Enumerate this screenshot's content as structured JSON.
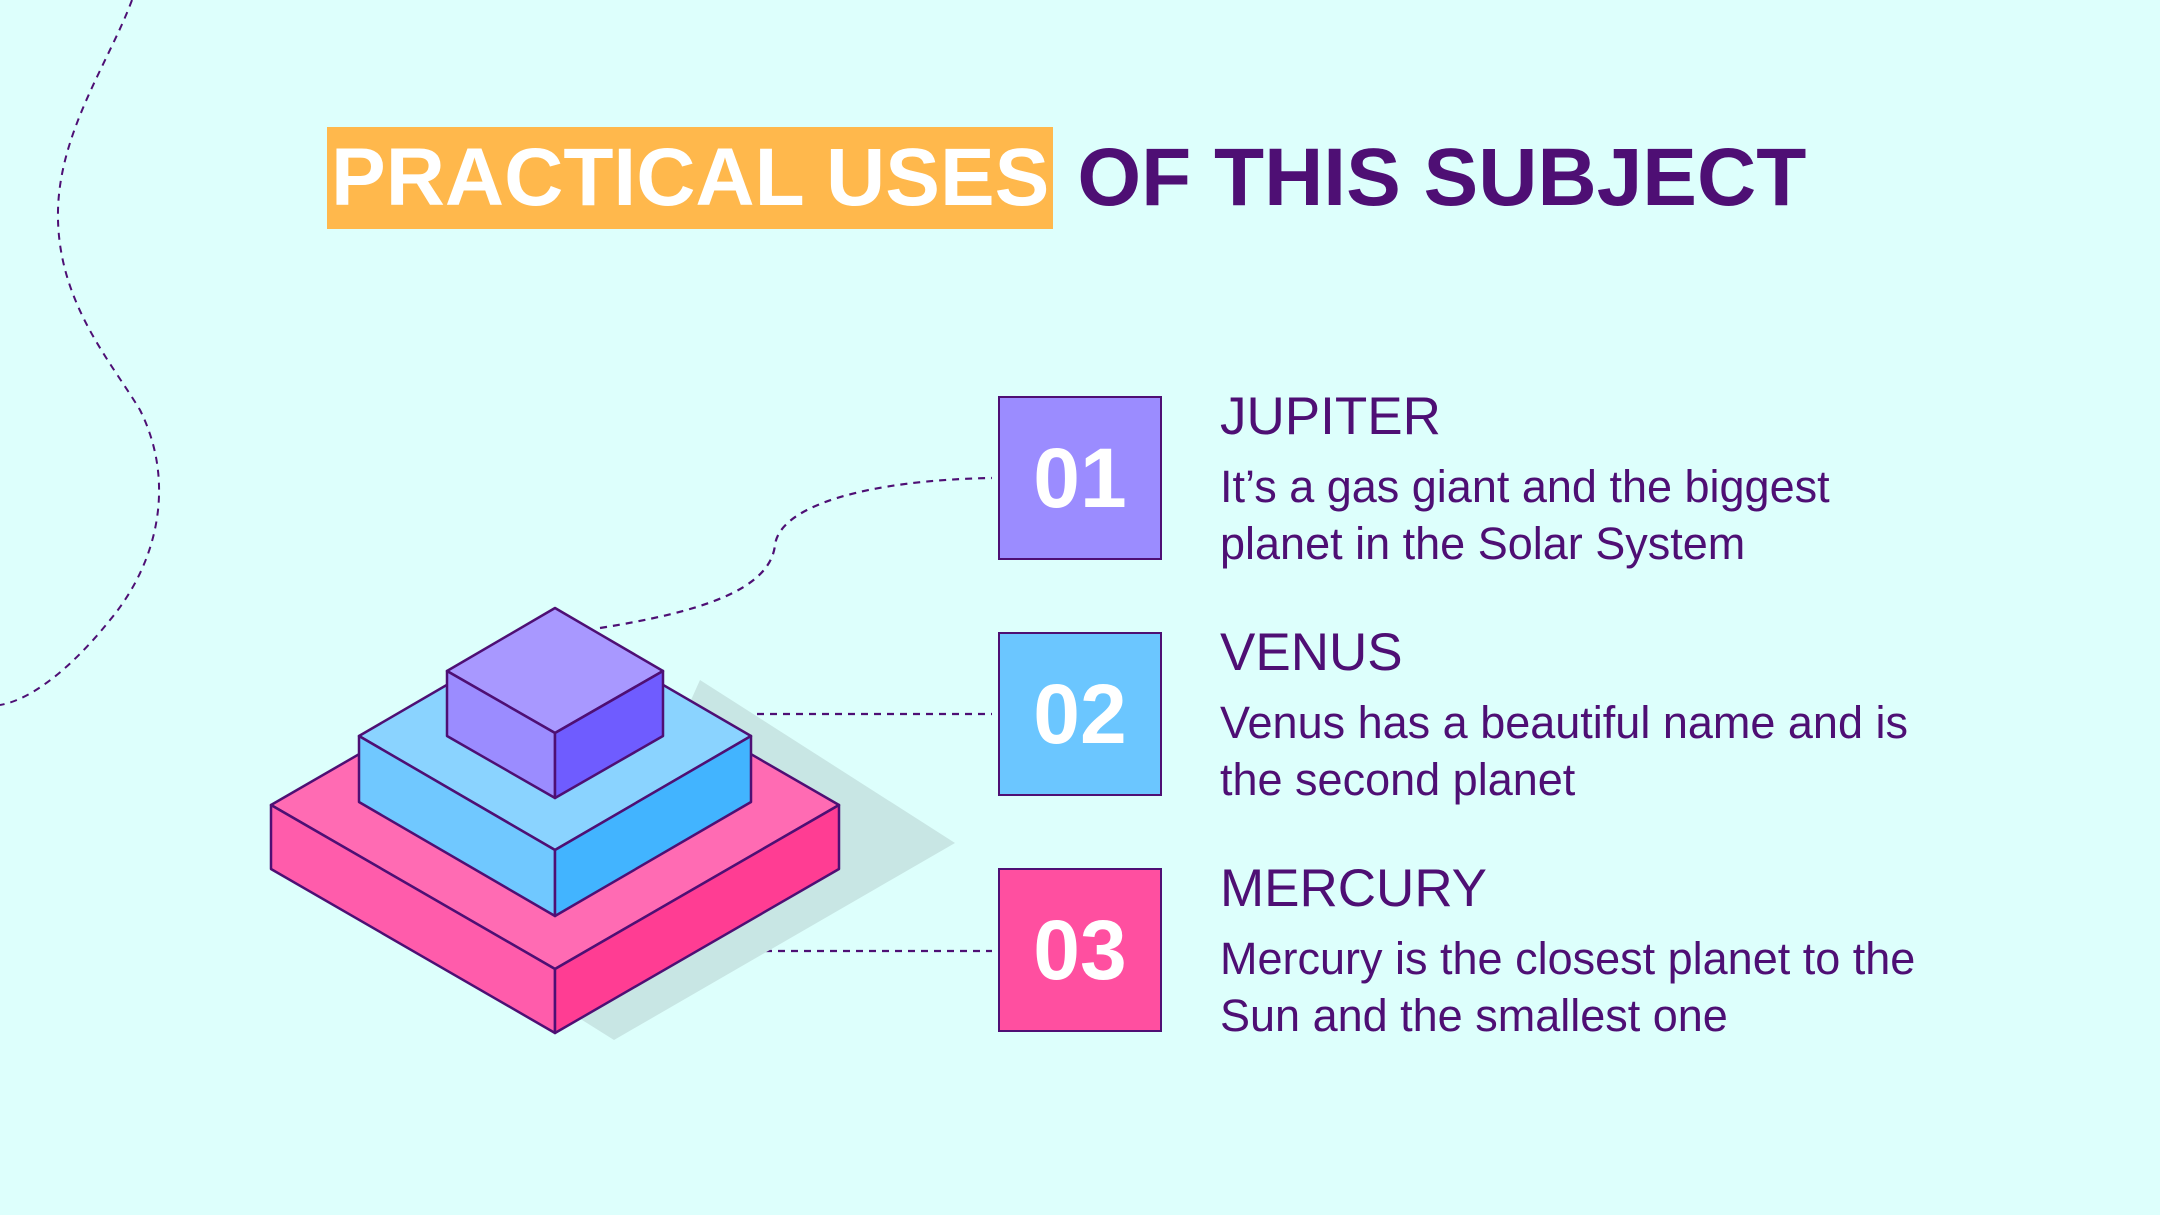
{
  "title": {
    "highlight": "PRACTICAL USES",
    "rest": "OF THIS SUBJECT"
  },
  "items": [
    {
      "number": "01",
      "heading": "JUPITER",
      "description": "It’s a gas giant and the biggest planet in the Solar System",
      "color": "#9B8CFF"
    },
    {
      "number": "02",
      "heading": "VENUS",
      "description": "Venus has a beautiful name and is the second planet",
      "color": "#6BC6FF"
    },
    {
      "number": "03",
      "heading": "MERCURY",
      "description": "Mercury is the closest planet to the Sun and the smallest one",
      "color": "#FF4FA0"
    }
  ],
  "colors": {
    "background": "#DDFFFC",
    "title_highlight": "#FFB84C",
    "text": "#4E0F74"
  }
}
